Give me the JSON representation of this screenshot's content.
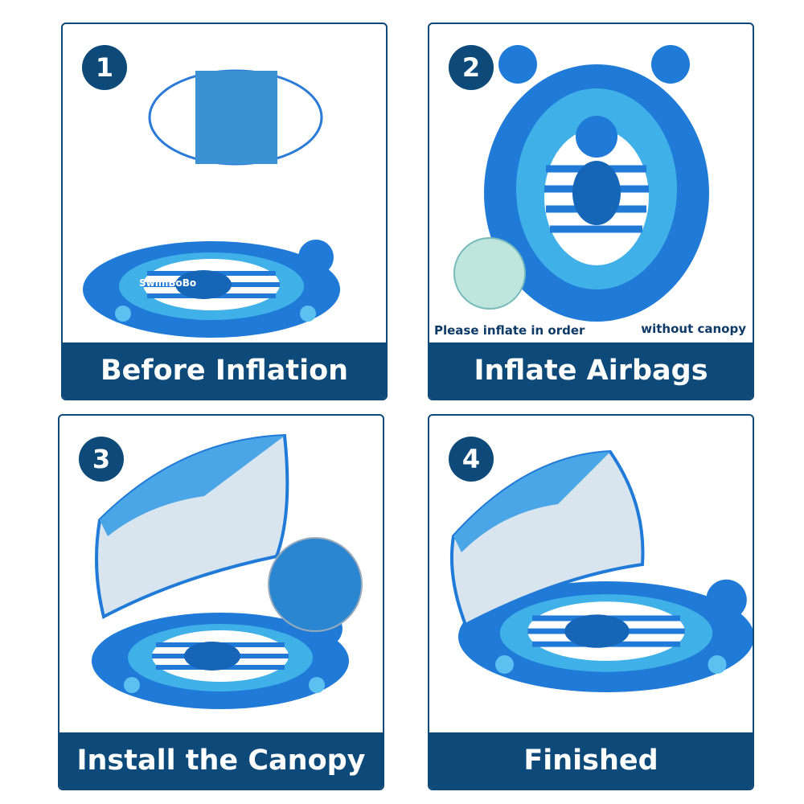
{
  "steps": [
    {
      "number": "1",
      "caption": "Before Inflation"
    },
    {
      "number": "2",
      "caption": "Inflate Airbags",
      "notes": [
        "Please inflate in order",
        "without canopy"
      ]
    },
    {
      "number": "3",
      "caption": "Install the Canopy"
    },
    {
      "number": "4",
      "caption": "Finished"
    }
  ],
  "brand": "SwimBoBo",
  "colors": {
    "navy": "#0d4a7a",
    "blue": "#2a86e0",
    "light": "#5cc0f0"
  }
}
